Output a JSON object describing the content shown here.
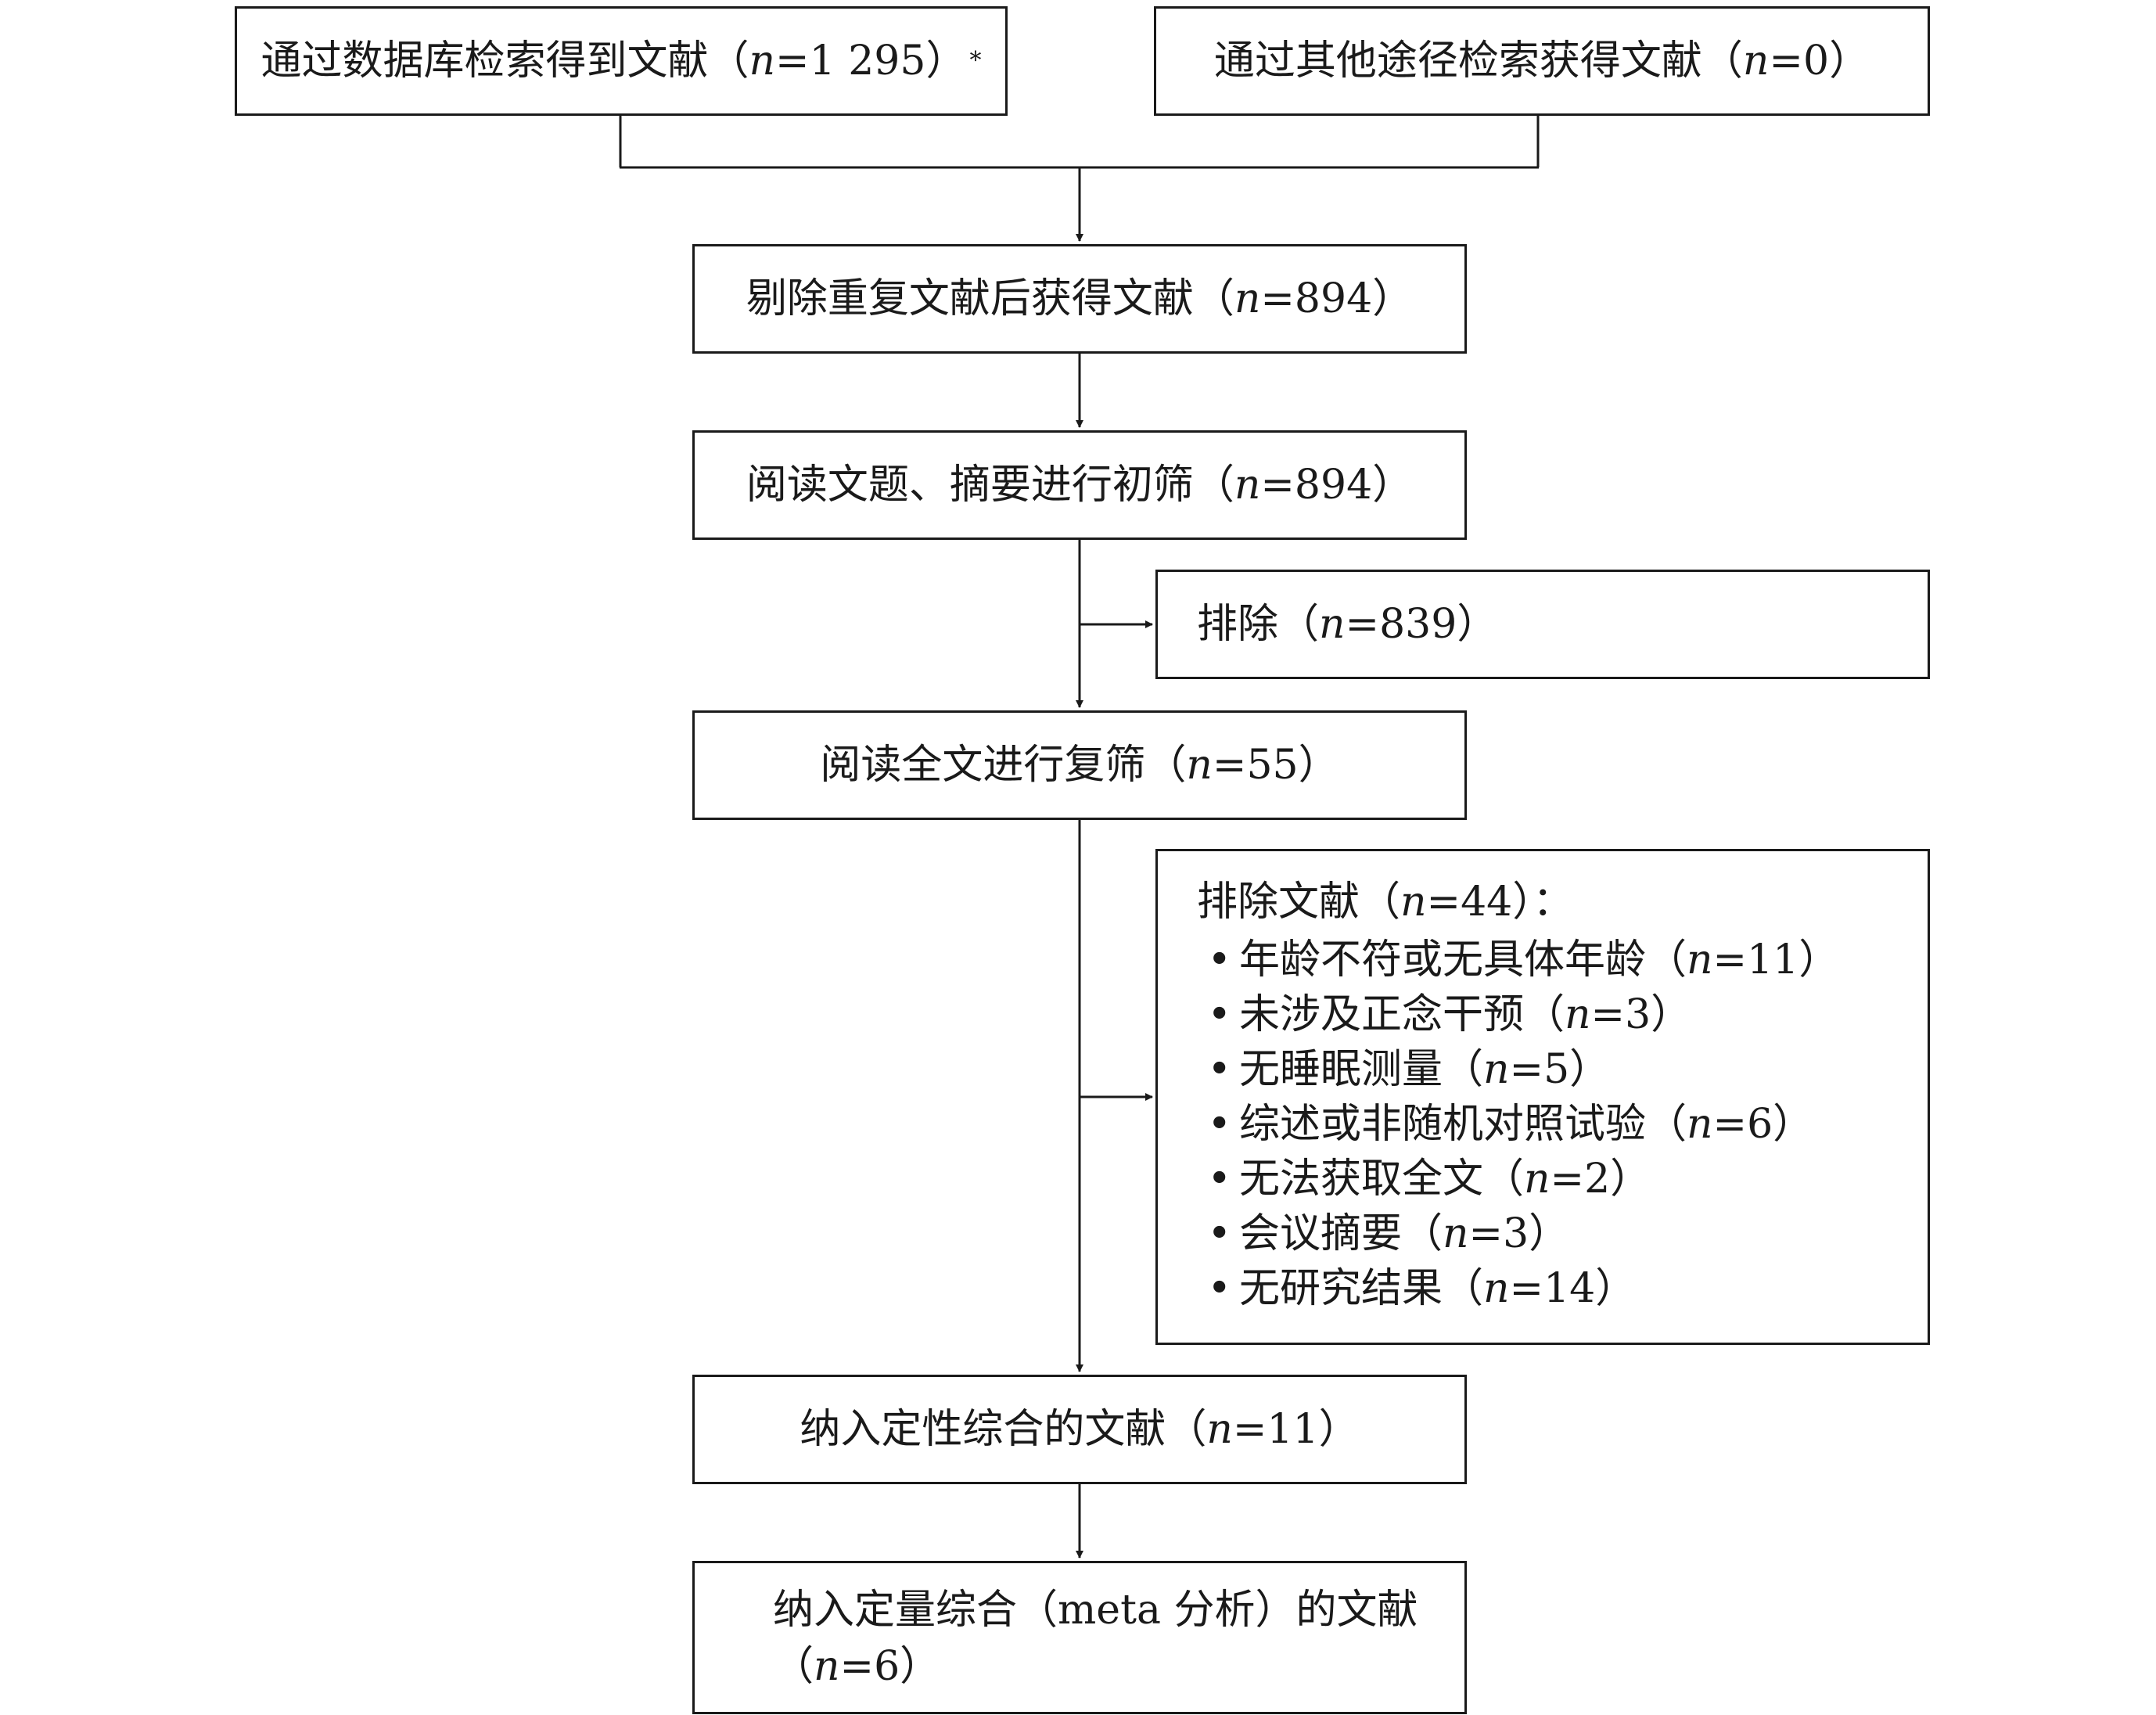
{
  "boxes": {
    "database_search": {
      "label": "通过数据库检索得到文献（",
      "n_label": "n",
      "n_value": "=1 295）",
      "mark": "*"
    },
    "other_search": {
      "label": "通过其他途径检索获得文献（",
      "n_label": "n",
      "n_value": "=0）"
    },
    "after_dedup": {
      "label": "剔除重复文献后获得文献（",
      "n_label": "n",
      "n_value": "=894）"
    },
    "title_abstract_screen": {
      "label": "阅读文题、摘要进行初筛（",
      "n_label": "n",
      "n_value": "=894）"
    },
    "excluded_first": {
      "label": "排除（",
      "n_label": "n",
      "n_value": "=839）"
    },
    "fulltext_screen": {
      "label": "阅读全文进行复筛（",
      "n_label": "n",
      "n_value": "=55）"
    },
    "excluded_fulltext": {
      "heading": {
        "label": "排除文献（",
        "n_label": "n",
        "n_value": "=44）："
      },
      "bullet": "•",
      "reasons": [
        {
          "label": "年龄不符或无具体年龄（",
          "n_label": "n",
          "n_value": "=11）"
        },
        {
          "label": "未涉及正念干预（",
          "n_label": "n",
          "n_value": "=3）"
        },
        {
          "label": "无睡眠测量（",
          "n_label": "n",
          "n_value": "=5）"
        },
        {
          "label": "综述或非随机对照试验（",
          "n_label": "n",
          "n_value": "=6）"
        },
        {
          "label": "无法获取全文（",
          "n_label": "n",
          "n_value": "=2）"
        },
        {
          "label": "会议摘要（",
          "n_label": "n",
          "n_value": "=3）"
        },
        {
          "label": "无研究结果（",
          "n_label": "n",
          "n_value": "=14）"
        }
      ]
    },
    "qualitative_synthesis": {
      "label": "纳入定性综合的文献（",
      "n_label": "n",
      "n_value": "=11）"
    },
    "meta_analysis": {
      "line1": "纳入定量综合（meta 分析）的文献",
      "line2_open": "（",
      "n_label": "n",
      "n_value": "=6）"
    }
  }
}
